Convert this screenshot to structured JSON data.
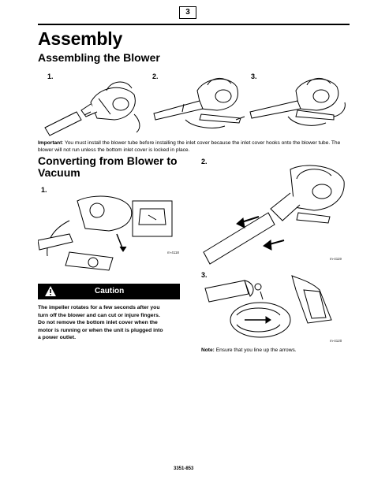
{
  "page": {
    "number": "3",
    "footer_code": "3351-853"
  },
  "title": "Assembly",
  "sections": {
    "assembling": {
      "heading": "Assembling the Blower",
      "steps": [
        "1.",
        "2.",
        "3."
      ],
      "important_label": "Important",
      "important_text": "You must install the blower tube before installing the inlet cover because the inlet cover hooks onto the blower tube. The blower will not run unless the bottom inlet cover is locked in place."
    },
    "converting": {
      "heading_line1": "Converting from Blower to",
      "heading_line2": "Vacuum",
      "step1": "1.",
      "step2": "2.",
      "step3": "3.",
      "fig_ids": [
        "m-4118",
        "m-4119",
        "m-4120"
      ],
      "caution_label": "Caution",
      "caution_lines": [
        "The impeller rotates for a few seconds after you",
        "turn off the blower and can cut or injure fingers.",
        "Do not remove the bottom inlet cover when the",
        "motor is running or when the unit is plugged into",
        "a power outlet."
      ],
      "note_label": "Note:",
      "note_text": "Ensure that you line up the arrows."
    }
  },
  "icons": {
    "caution": "warning-triangle-icon"
  }
}
